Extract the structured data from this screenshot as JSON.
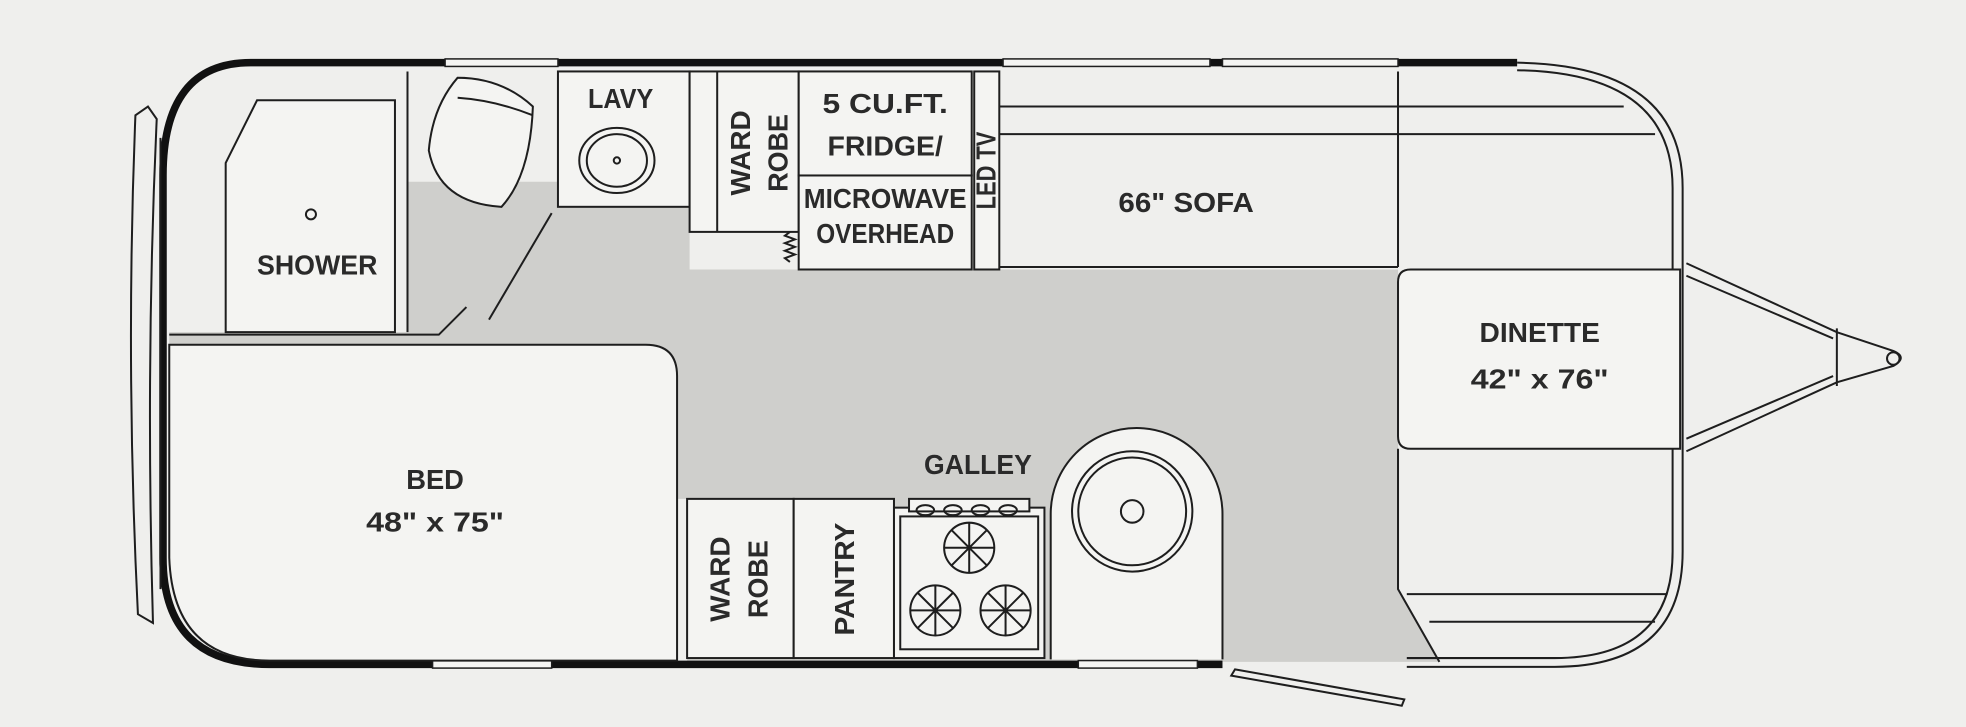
{
  "floorplan": {
    "shower": "SHOWER",
    "lavy": "LAVY",
    "wardrobe_top": [
      "WARD",
      "ROBE"
    ],
    "fridge": [
      "5 CU.FT.",
      "FRIDGE/"
    ],
    "microwave": [
      "MICROWAVE",
      "OVERHEAD"
    ],
    "led_tv": "LED TV",
    "sofa": "66\" SOFA",
    "dinette": [
      "DINETTE",
      "42\" x 76\""
    ],
    "bed": [
      "BED",
      "48\" x 75\""
    ],
    "galley": "GALLEY",
    "wardrobe_bottom": [
      "WARD",
      "ROBE"
    ],
    "pantry": "PANTRY"
  }
}
